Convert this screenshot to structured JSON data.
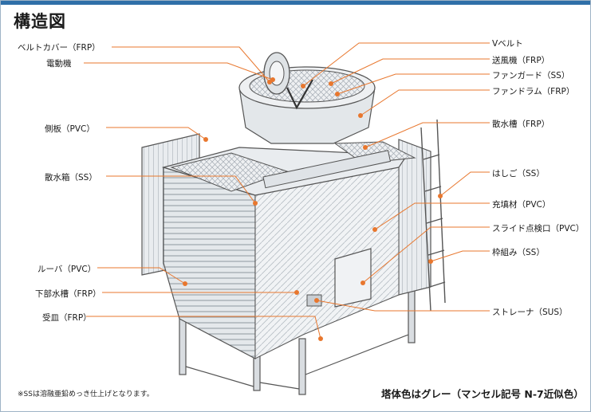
{
  "title": "構造図",
  "labels_left": [
    "ベルトカバー（FRP）",
    "電動機",
    "側板（PVC）",
    "散水箱（SS）",
    "ルーバ（PVC）",
    "下部水槽（FRP）",
    "受皿（FRP）"
  ],
  "labels_right": [
    "Vベルト",
    "送風機（FRP）",
    "ファンガード（SS）",
    "ファンドラム（FRP）",
    "散水槽（FRP）",
    "はしご（SS）",
    "充填材（PVC）",
    "スライド点検口（PVC）",
    "枠組み（SS）",
    "ストレーナ（SUS）"
  ],
  "footnote": "※SSは溶融亜鉛めっき仕上げとなります。",
  "color_note": "塔体色はグレー（マンセル記号 N-7近似色）",
  "colors": {
    "accent": "#2f6fa8",
    "marker": "#e8772e",
    "line": "#e8772e",
    "tower": "#e6e9ec",
    "edge": "#555555"
  }
}
